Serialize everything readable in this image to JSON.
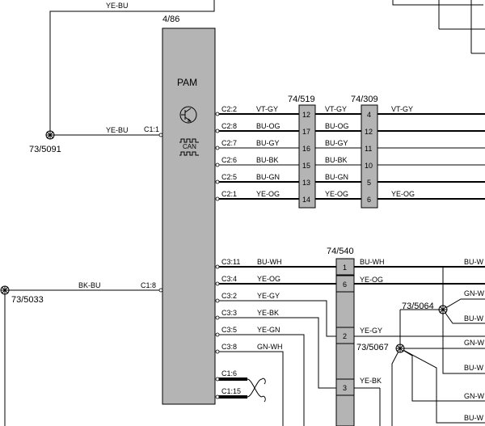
{
  "header_wire": "YE-BU",
  "module": {
    "ref": "4/86",
    "name": "PAM",
    "can_label": "CAN"
  },
  "ground_points": {
    "left_top": "73/5091",
    "left_bottom": "73/5033",
    "mid_top": "73/5064",
    "mid_bottom": "73/5067"
  },
  "module_side_pins": {
    "c1_1": "C1:1",
    "c1_8": "C1:8",
    "c1_1_wire": "YE-BU",
    "c1_8_wire": "BK-BU"
  },
  "connectors": {
    "c519": "74/519",
    "c309": "74/309",
    "c540": "74/540"
  },
  "group1_rows": [
    {
      "pin": "C2:2",
      "w1": "VT-GY",
      "p519": "12",
      "w2": "VT-GY",
      "p309": "4",
      "w3": "VT-GY"
    },
    {
      "pin": "C2:8",
      "w1": "BU-OG",
      "p519": "17",
      "w2": "BU-OG",
      "p309": "12",
      "w3": ""
    },
    {
      "pin": "C2:7",
      "w1": "BU-GY",
      "p519": "16",
      "w2": "BU-GY",
      "p309": "11",
      "w3": ""
    },
    {
      "pin": "C2:6",
      "w1": "BU-BK",
      "p519": "15",
      "w2": "BU-BK",
      "p309": "10",
      "w3": ""
    },
    {
      "pin": "C2:5",
      "w1": "BU-GN",
      "p519": "13",
      "w2": "BU-GN",
      "p309": "5",
      "w3": ""
    },
    {
      "pin": "C2:1",
      "w1": "YE-OG",
      "p519": "14",
      "w2": "YE-OG",
      "p309": "6",
      "w3": "YE-OG"
    }
  ],
  "group2_rows": [
    {
      "pin": "C3:11",
      "wire": "BU-WH"
    },
    {
      "pin": "C3:4",
      "wire": "YE-OG"
    },
    {
      "pin": "C3:2",
      "wire": "YE-GY"
    },
    {
      "pin": "C3:3",
      "wire": "YE-BK"
    },
    {
      "pin": "C3:5",
      "wire": "YE-GN"
    },
    {
      "pin": "C3:8",
      "wire": "GN-WH"
    }
  ],
  "c540_pins": [
    "1",
    "6",
    "2",
    "3"
  ],
  "c540_wires_out": [
    "BU-WH",
    "YE-OG",
    "YE-GY",
    "YE-BK"
  ],
  "right_edge_wires": [
    "BU-W",
    "GN-W",
    "BU-W",
    "GN-W",
    "BU-W",
    "GN-W",
    "BU-W"
  ],
  "twisted_pins": [
    "C1:6",
    "C1:15"
  ]
}
